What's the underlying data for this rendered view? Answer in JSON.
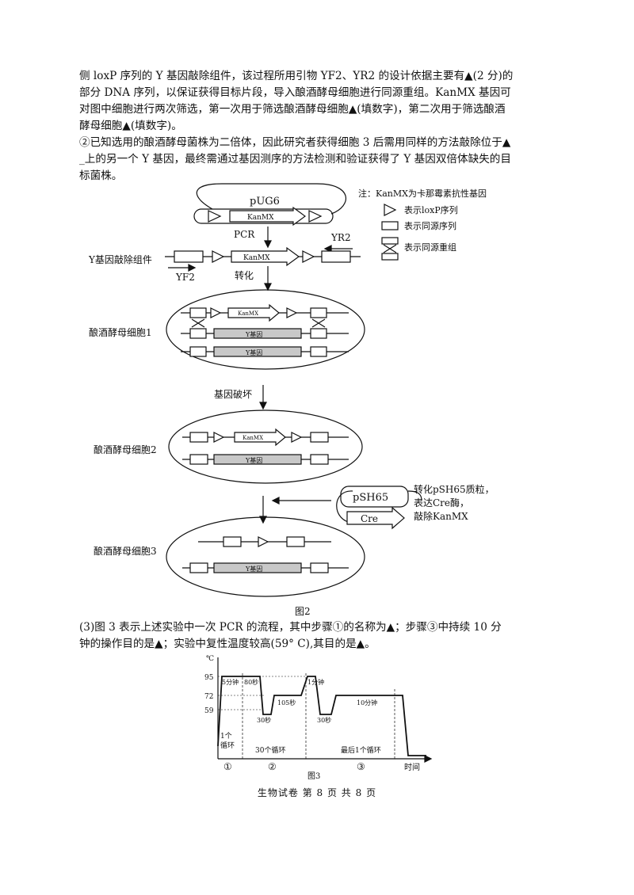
{
  "paragraphs": {
    "p1_l1": "侧 loxP 序列的 Y 基因敲除组件，该过程所用引物 YF2、YR2 的设计依据主要有▲(2 分)的",
    "p1_l2": "部分 DNA 序列，以保证获得目标片段，导入酿酒酵母细胞进行同源重组。KanMX 基因可",
    "p1_l3": "对图中细胞进行两次筛选，第一次用于筛选酿酒酵母细胞▲(填数字)，第二次用于筛选酿酒",
    "p1_l4": "酵母细胞▲(填数字)。",
    "p2_l1": "②已知选用的酿酒酵母菌株为二倍体，因此研究者获得细胞 3 后需用同样的方法敲除位于▲",
    "p2_l2": "_上的另一个 Y 基因，最终需通过基因测序的方法检测和验证获得了 Y 基因双倍体缺失的目",
    "p2_l3": "标菌株。",
    "q3_l1": "(3)图 3 表示上述实验中一次 PCR 的流程，其中步骤①的名称为▲；步骤③中持续 10 分",
    "q3_l2": "钟的操作目的是▲；实验中复性温度较高(59° C),其目的是▲。"
  },
  "figure2": {
    "caption": "图2",
    "plasmid_top": "pUG6",
    "gene_kan": "KanMX",
    "gene_kan_small": "KanMX",
    "pcr": "PCR",
    "primer_r": "YR2",
    "primer_f": "YF2",
    "component_label": "Y基因敲除组件",
    "transform": "转化",
    "cell1": "酿酒酵母细胞1",
    "cell2": "酿酒酵母细胞2",
    "cell3": "酿酒酵母细胞3",
    "y_gene": "Y基因",
    "disrupt": "基因破坏",
    "plasmid_bottom": "pSH65",
    "cre": "Cre",
    "step_note_1": "转化pSH65质粒，",
    "step_note_2": "表达Cre酶，",
    "step_note_3": "敲除KanMX",
    "legend_title": "注：KanMX为卡那霉素抗性基因",
    "legend_loxp": "表示loxP序列",
    "legend_homolog": "表示同源序列",
    "legend_recomb": "表示同源重组"
  },
  "figure3": {
    "caption": "图3",
    "y_unit": "℃",
    "y_ticks": [
      "95",
      "72",
      "59"
    ],
    "x_axis": "时间",
    "labels": {
      "five_min": "5分钟",
      "s80": "80秒",
      "s30a": "30秒",
      "s105": "105秒",
      "one_min": "1分钟",
      "s30b": "30秒",
      "ten_min": "10分钟",
      "one_cycle_1": "1个",
      "one_cycle_2": "循环",
      "thirty_cycles": "30个循环",
      "last_cycle": "最后1个循环"
    },
    "steps": [
      "①",
      "②",
      "③"
    ]
  },
  "footer": "生物试卷 第 8 页 共 8 页",
  "colors": {
    "ink": "#111111",
    "gene_fill": "#c8c8c8"
  }
}
